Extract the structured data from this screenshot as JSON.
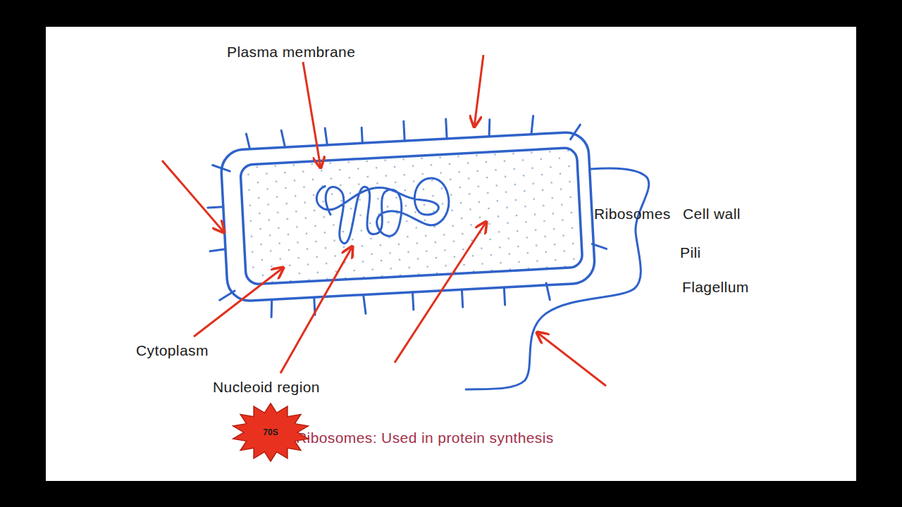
{
  "diagram": {
    "nodes": [
      {
        "text": [
          "70S"
        ]
      }
    ],
    "labels": [
      "Plasma membrane",
      "Ribosomes",
      "Cell wall",
      "Pili",
      "Flagellum",
      "Cytoplasm",
      "Nucleoid region",
      "Ribosomes: Used in protein synthesis"
    ]
  }
}
